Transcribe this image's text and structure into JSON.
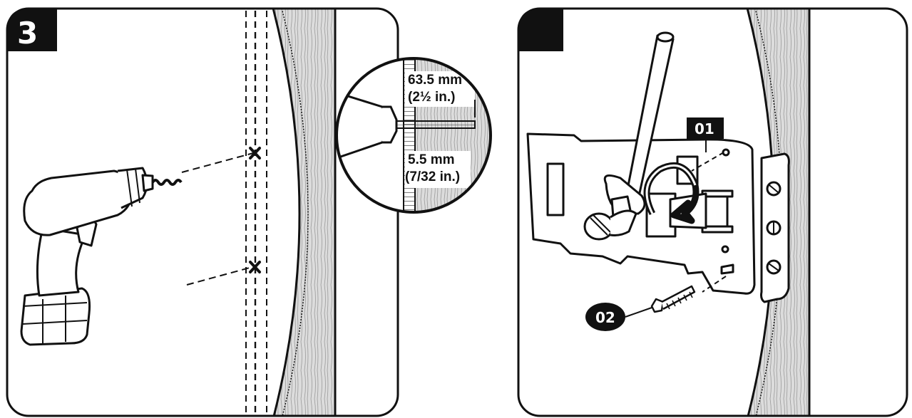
{
  "step": {
    "number": "3"
  },
  "detail": {
    "depth_mm": "63.5 mm",
    "depth_in": "(2½   in.)",
    "bit_mm": "5.5 mm",
    "bit_in": "(7/32 in.)"
  },
  "parts": {
    "bracket_label": "01",
    "screw_label": "02"
  },
  "colors": {
    "ink": "#111111",
    "wood": "#d8d8d8",
    "badge": "#111111"
  }
}
